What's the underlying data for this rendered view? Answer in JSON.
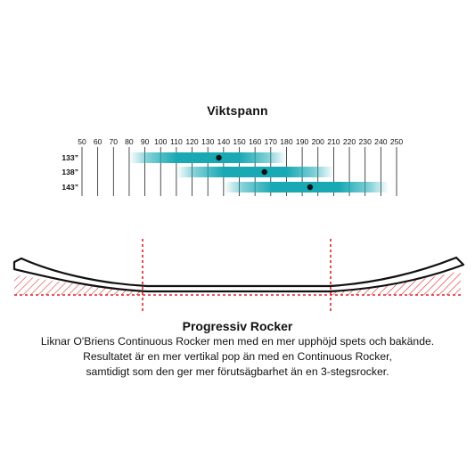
{
  "chart_data": {
    "type": "range-bar",
    "title": "Viktspann",
    "x_ticks": [
      50,
      60,
      70,
      80,
      90,
      100,
      110,
      120,
      130,
      140,
      150,
      160,
      170,
      180,
      190,
      200,
      210,
      220,
      230,
      240,
      250
    ],
    "rows": [
      {
        "label": "133”",
        "start": 80,
        "end": 180,
        "marker": 137
      },
      {
        "label": "138”",
        "start": 110,
        "end": 210,
        "marker": 166
      },
      {
        "label": "143”",
        "start": 140,
        "end": 245,
        "marker": 195
      }
    ],
    "bar_color": "#19a9b4",
    "marker_color": "#111111"
  },
  "profile": {
    "title": "Progressiv Rocker",
    "description_lines": [
      "Liknar O'Briens Continuous Rocker men med en mer upphöjd spets och bakände.",
      "Resultatet är en mer vertikal pop än med en Continuous Rocker,",
      "samtidigt som den ger mer förutsägbarhet än en 3-stegsrocker."
    ],
    "accent_color": "#e0202a"
  }
}
